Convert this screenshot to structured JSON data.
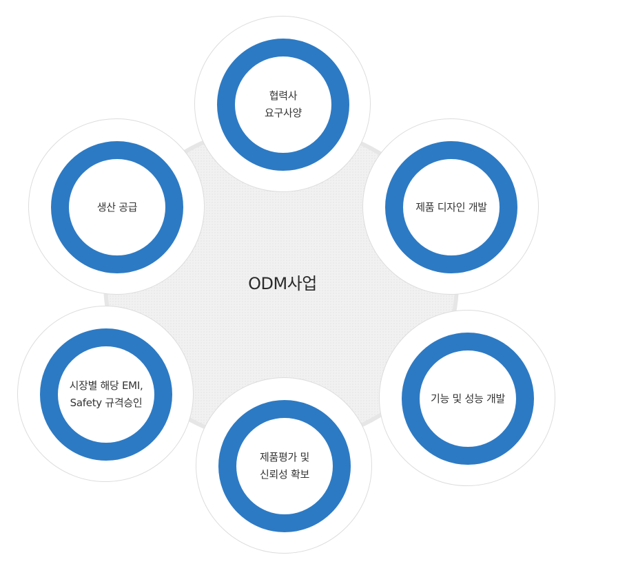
{
  "center": {
    "title": "ODM사업"
  },
  "steps": [
    {
      "line1": "협력사",
      "line2": "요구사양"
    },
    {
      "line1": "제품 디자인 개발",
      "line2": ""
    },
    {
      "line1": "기능 및 성능 개발",
      "line2": ""
    },
    {
      "line1": "제품평가 및",
      "line2": "신뢰성 확보"
    },
    {
      "line1": "시장별 해당 EMI,",
      "line2": "Safety 규격승인"
    },
    {
      "line1": "생산 공급",
      "line2": ""
    }
  ],
  "colors": {
    "ring": "#2d7ac4",
    "hub": "#f1f1f1",
    "node_border": "#dcdcdc",
    "text": "#333333"
  }
}
